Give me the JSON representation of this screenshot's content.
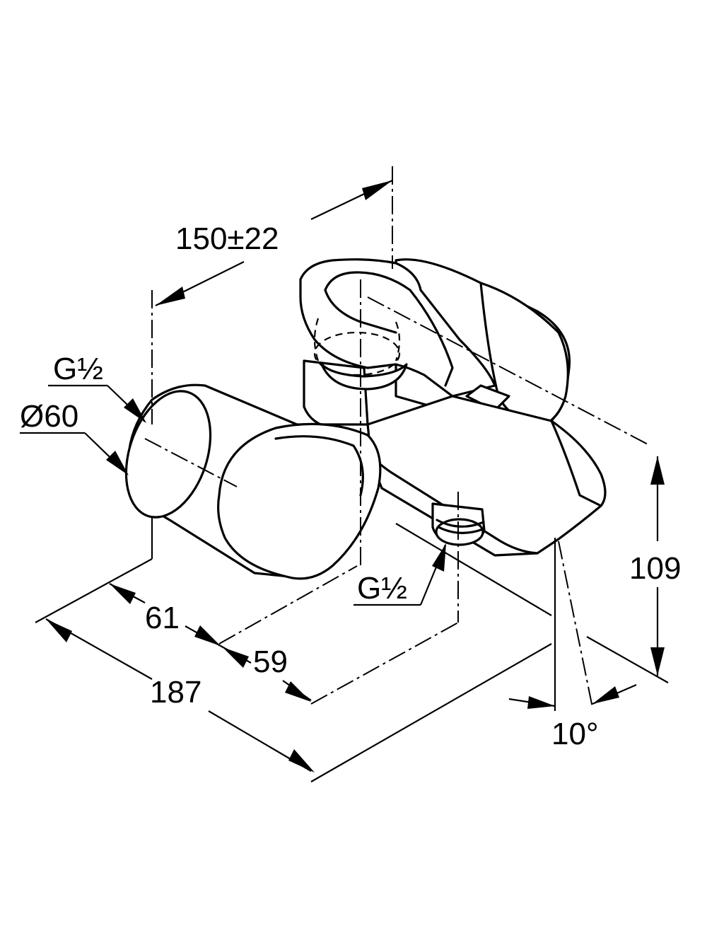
{
  "drawing": {
    "dimensions": {
      "projection": "150±22",
      "height": "109",
      "overall_depth": "187",
      "depth_a": "61",
      "depth_b": "59",
      "tilt_angle": "10°",
      "body_diameter": "Ø60",
      "inlet_thread": "G½",
      "outlet_thread": "G½"
    },
    "colors": {
      "line": "#000000",
      "background": "#ffffff"
    }
  }
}
